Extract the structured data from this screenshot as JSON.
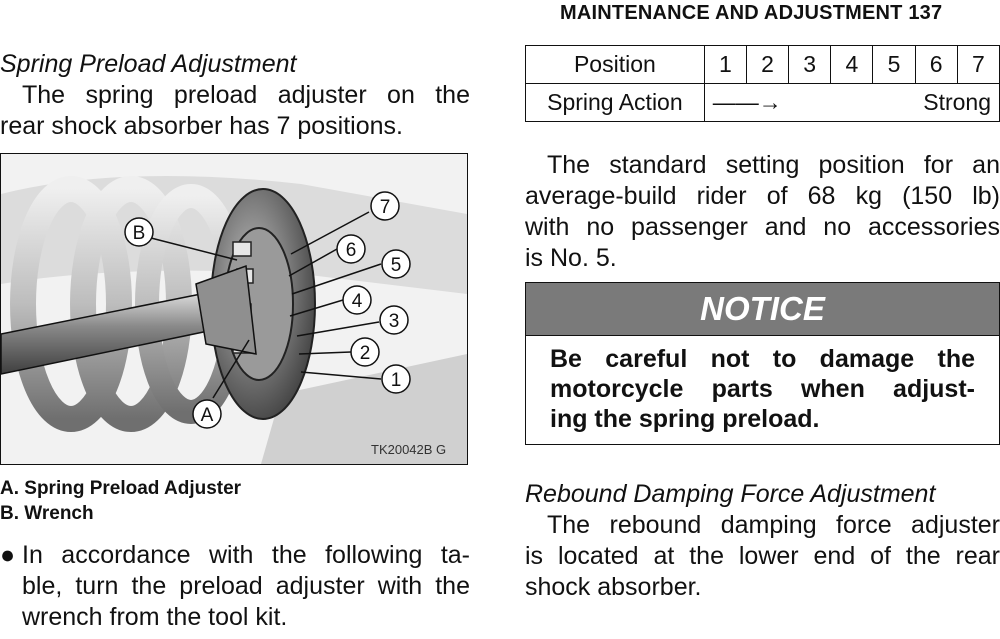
{
  "header": "MAINTENANCE AND ADJUSTMENT   137",
  "left": {
    "section_title": "Spring Preload Adjustment",
    "intro_lines": [
      "The spring preload adjuster on the",
      "rear shock absorber has 7 positions."
    ],
    "figure": {
      "code": "TK20042B   G",
      "callouts": [
        "A",
        "B",
        "1",
        "2",
        "3",
        "4",
        "5",
        "6",
        "7"
      ]
    },
    "captions": [
      "A. Spring Preload Adjuster",
      "B. Wrench"
    ],
    "bullet_symbol": "●",
    "bullet_lines": [
      "In accordance with the following ta-",
      "ble, turn the preload adjuster with the",
      "wrench from the tool kit."
    ]
  },
  "table": {
    "row1_label": "Position",
    "positions": [
      "1",
      "2",
      "3",
      "4",
      "5",
      "6",
      "7"
    ],
    "row2_label": "Spring Action",
    "arrow": "——→",
    "strong": "Strong"
  },
  "standard_lines": [
    "The standard setting position for an",
    "average-build rider of 68 kg (150 lb)",
    "with no passenger and no accessories",
    "is No.  5."
  ],
  "notice": {
    "title": "NOTICE",
    "lines": [
      "Be careful not to damage the",
      "motorcycle parts when adjust-",
      "ing the spring preload."
    ]
  },
  "rebound": {
    "title": "Rebound Damping Force Adjustment",
    "lines": [
      "The rebound damping force adjuster",
      "is located at the lower end of the rear",
      "shock absorber."
    ]
  }
}
